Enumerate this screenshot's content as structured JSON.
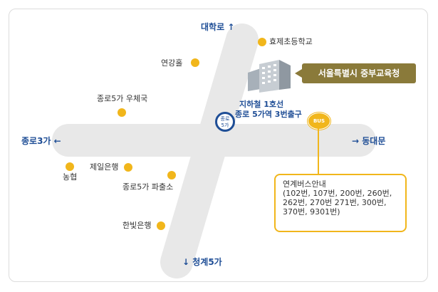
{
  "directions": {
    "north": {
      "label": "대학로",
      "arrow": "↑"
    },
    "south": {
      "label": "청계5가",
      "arrow": "↓"
    },
    "west": {
      "label": "종로3가",
      "arrow": "←"
    },
    "east": {
      "label": "동대문",
      "arrow": "→"
    }
  },
  "landmarks": [
    {
      "name": "효제초등학교"
    },
    {
      "name": "연강홀"
    },
    {
      "name": "종로5가 우체국"
    },
    {
      "name": "농협"
    },
    {
      "name": "제일은행"
    },
    {
      "name": "종로5가 파출소"
    },
    {
      "name": "한빛은행"
    }
  ],
  "subway": {
    "badge_line1": "종로",
    "badge_line2": "5가",
    "line1": "지하철 1호선",
    "line2": "종로 5가역 3번출구"
  },
  "office": {
    "label": "서울특별시 중부교육청"
  },
  "bus": {
    "badge": "BUS",
    "title": "연계버스안내",
    "lines": [
      "(102번, 107번, 200번, 260번,",
      "262번, 270번 271번, 300번,",
      "370번, 9301번)"
    ]
  },
  "colors": {
    "road": "#e8e8e8",
    "accent": "#1f4e96",
    "marker": "#f1b61b",
    "office": "#8a7a3a"
  }
}
